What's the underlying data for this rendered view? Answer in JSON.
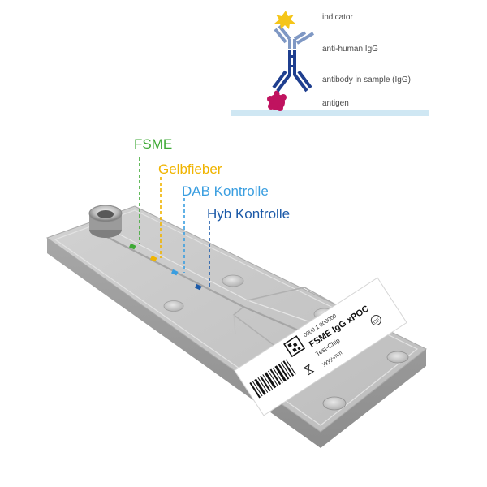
{
  "legend": {
    "items": [
      {
        "label": "indicator"
      },
      {
        "label": "anti-human IgG"
      },
      {
        "label": "antibody in sample (IgG)"
      },
      {
        "label": "antigen"
      }
    ],
    "colors": {
      "indicator": "#f5c518",
      "anti_human_igg": "#7f98c4",
      "antibody_in_sample": "#1f3f8f",
      "antigen": "#c0135f",
      "surface": "#cfe7f3"
    }
  },
  "zones": [
    {
      "label": "FSME",
      "color": "#3ea935"
    },
    {
      "label": "Gelbfieber",
      "color": "#f0b400"
    },
    {
      "label": "DAB Kontrolle",
      "color": "#3a9ee0"
    },
    {
      "label": "Hyb Kontrolle",
      "color": "#1c5aa8"
    }
  ],
  "chip_label": {
    "product": "FSME IgG xPOC",
    "type": "Test-Chip",
    "lot": "0000.1 000000",
    "date": "yyyy-mm",
    "icons": [
      "barcode-icon",
      "datamatrix-icon",
      "expiry-hourglass-icon",
      "ce-mark-icon"
    ]
  }
}
